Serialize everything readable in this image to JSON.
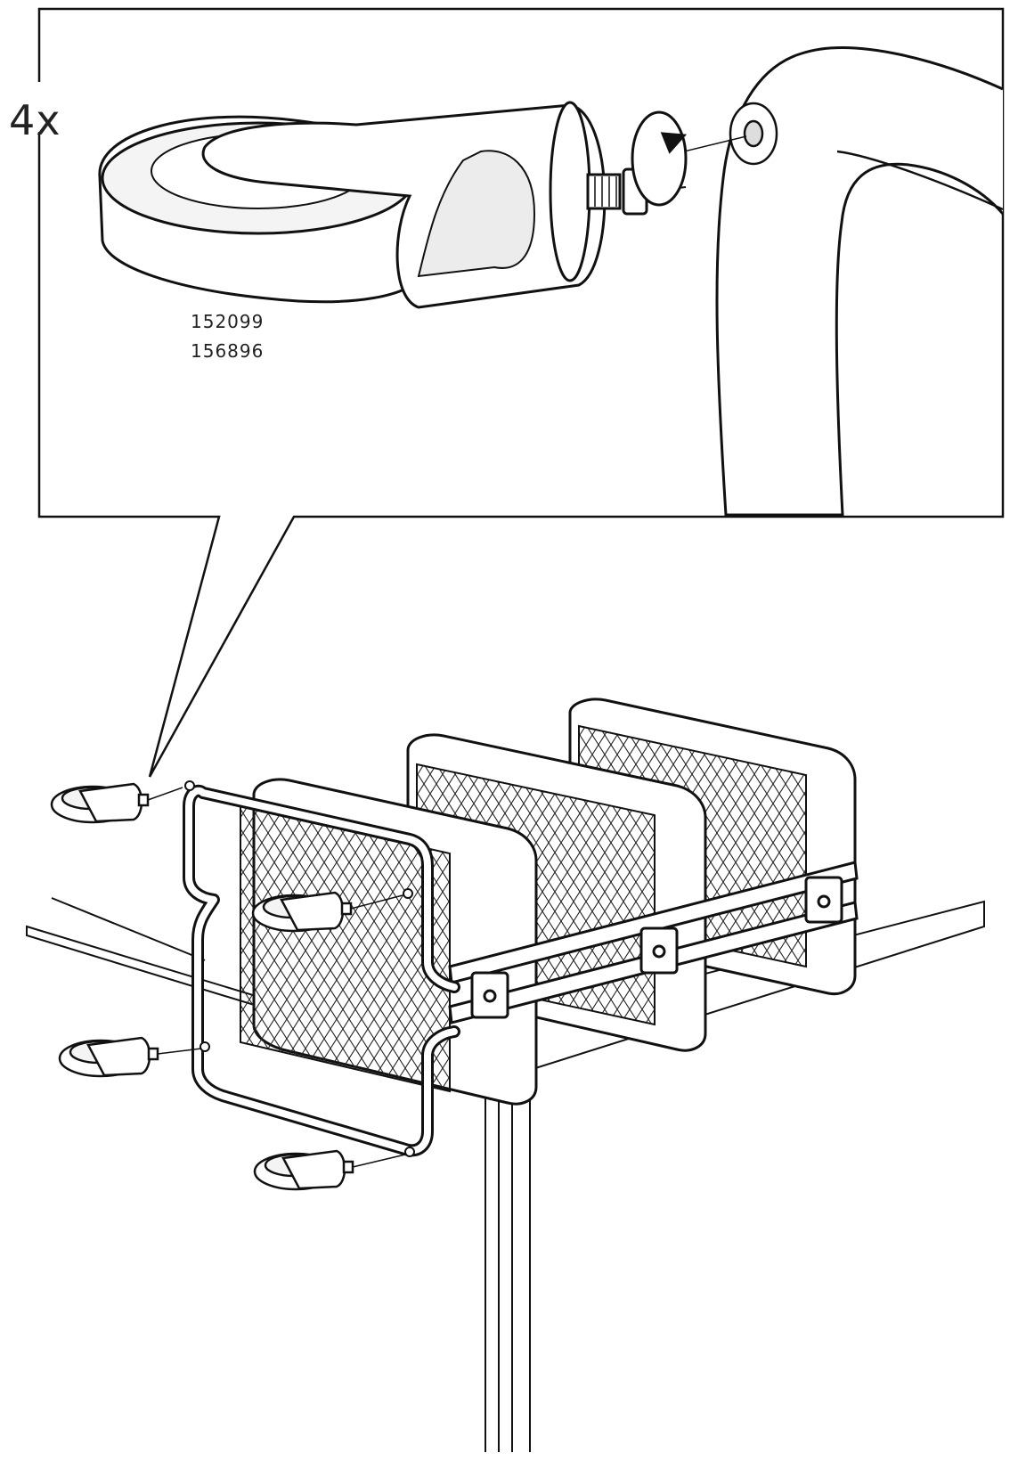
{
  "instruction": {
    "quantity": "4x",
    "part_numbers": [
      "152099",
      "156896"
    ]
  },
  "icons": {
    "detail_callout": "caster-wheel-detail-icon",
    "rotation": "clockwise-rotate-icon",
    "assembly": "basket-rack-assembly-icon",
    "table": "table-icon"
  },
  "colors": {
    "line": "#111111",
    "fill": "#ffffff",
    "shade": "#efefef"
  }
}
